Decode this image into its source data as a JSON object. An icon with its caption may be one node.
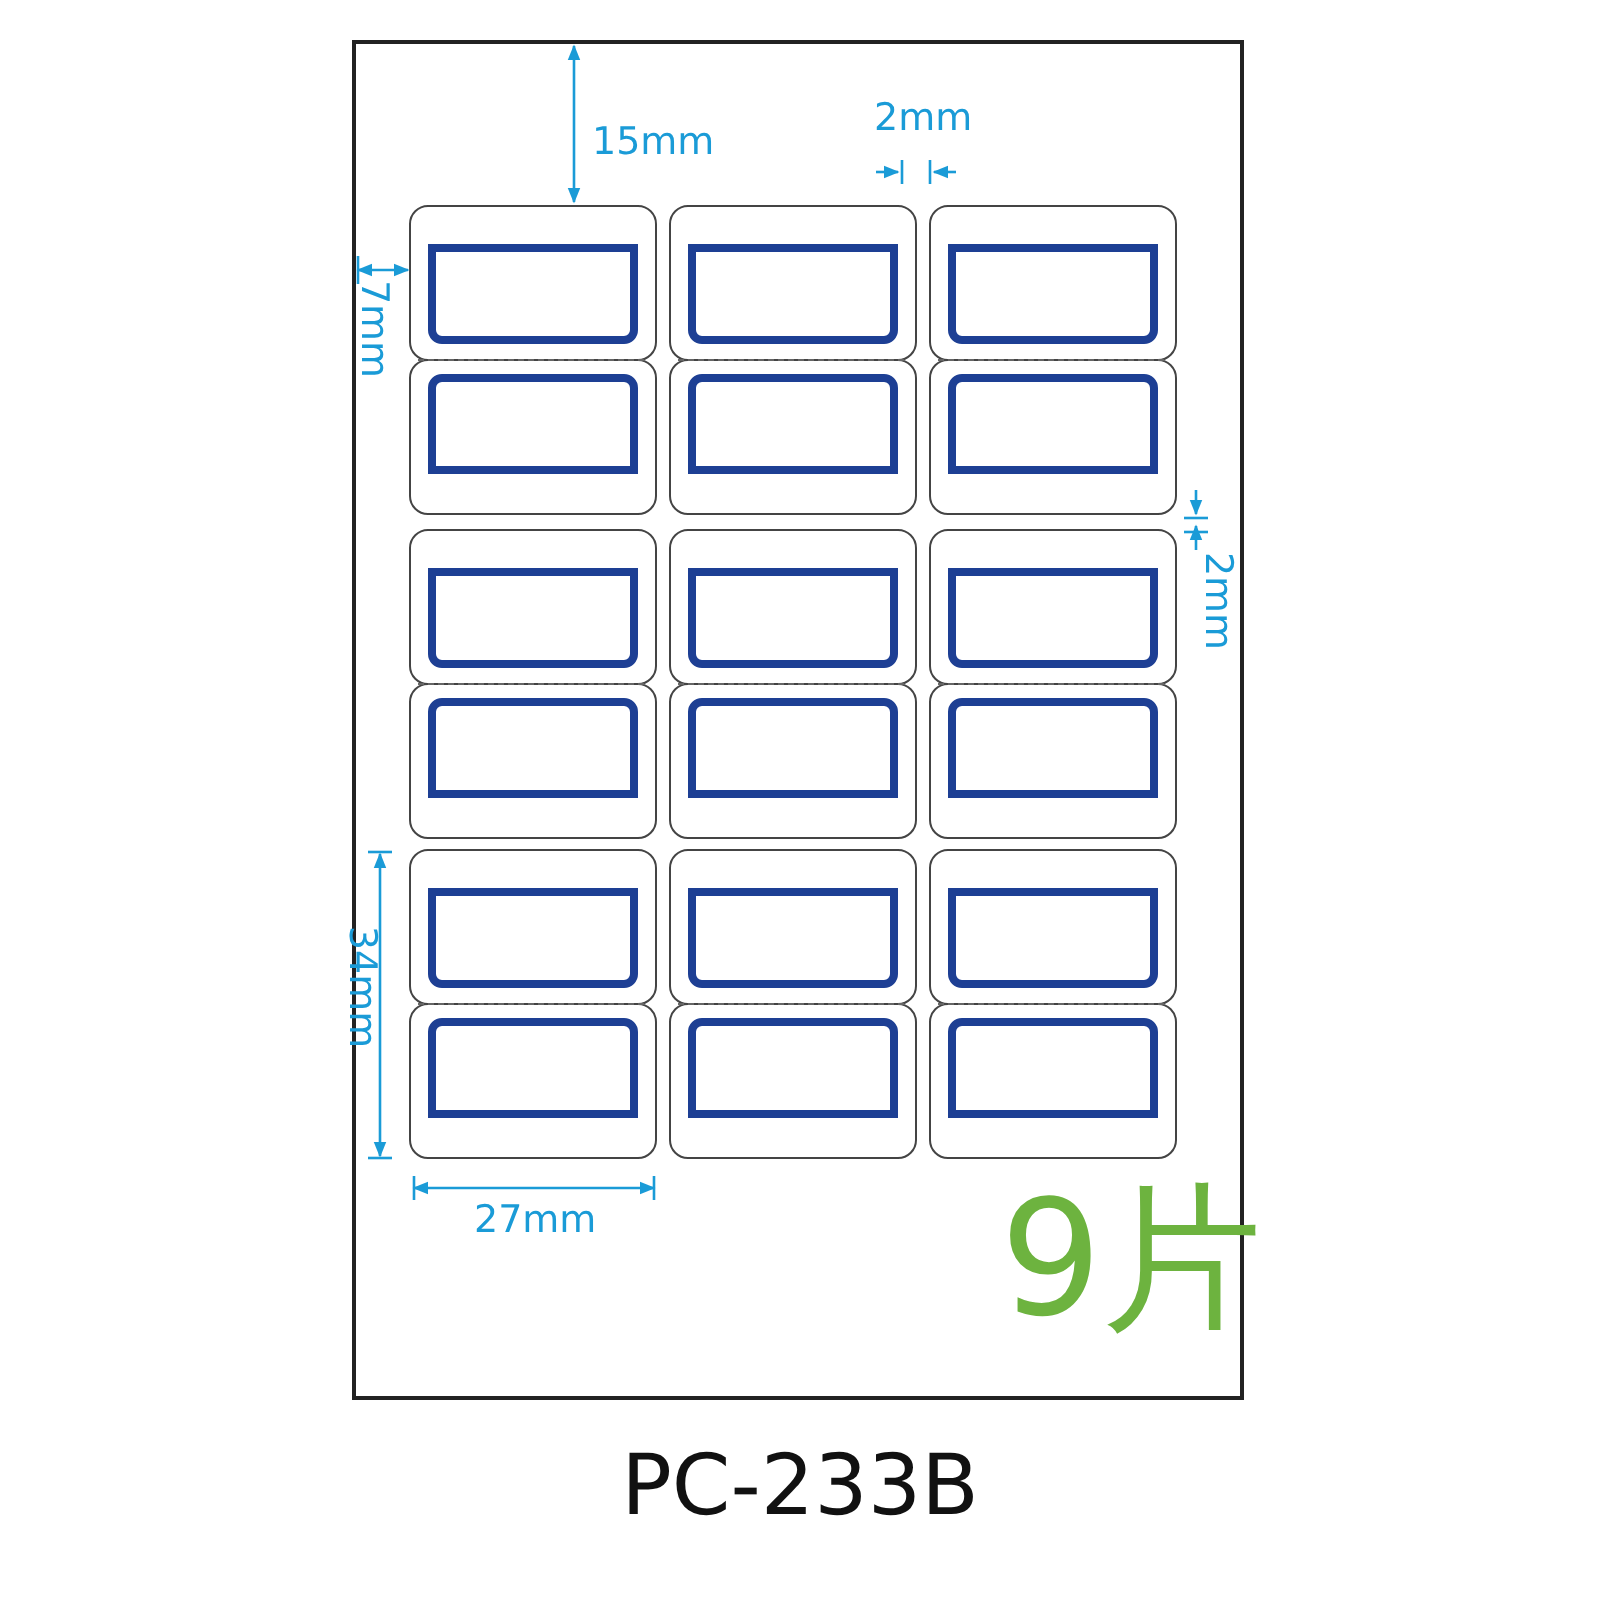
{
  "diagram": {
    "caption": "PC-233B",
    "labels": [
      "15mm",
      "2mm",
      "7mm",
      "2mm",
      "34mm",
      "27mm",
      "9片"
    ]
  }
}
